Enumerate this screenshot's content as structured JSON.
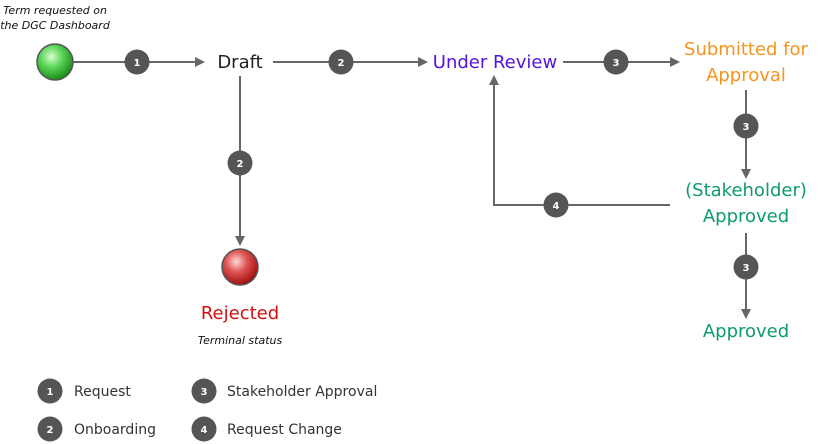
{
  "start_note": {
    "line1": "Term requested on",
    "line2": "the DGC Dashboard"
  },
  "states": {
    "draft": {
      "label": "Draft",
      "color": "#222222"
    },
    "under_review": {
      "label": "Under Review",
      "color": "#5511dd"
    },
    "submitted": {
      "line1": "Submitted for",
      "line2": "Approval",
      "color": "#f7941d"
    },
    "stakeholder_approved": {
      "line1": "(Stakeholder)",
      "line2": "Approved",
      "color": "#0e9c6b"
    },
    "approved": {
      "label": "Approved",
      "color": "#0e9c6b"
    },
    "rejected": {
      "label": "Rejected",
      "color": "#d01010"
    }
  },
  "terminal_note": "Terminal status",
  "transitions": {
    "start_to_draft": "1",
    "draft_to_review": "2",
    "review_to_submitted": "3",
    "draft_to_rejected": "2",
    "submitted_to_stakeholder": "3",
    "stakeholder_to_review": "4",
    "stakeholder_to_approved": "3"
  },
  "legend": [
    {
      "number": "1",
      "label": "Request"
    },
    {
      "number": "2",
      "label": "Onboarding"
    },
    {
      "number": "3",
      "label": "Stakeholder Approval"
    },
    {
      "number": "4",
      "label": "Request Change"
    }
  ],
  "colors": {
    "start_node": "#22aa22",
    "end_node": "#cc1111",
    "badge": "#555555",
    "arrow": "#666666"
  }
}
